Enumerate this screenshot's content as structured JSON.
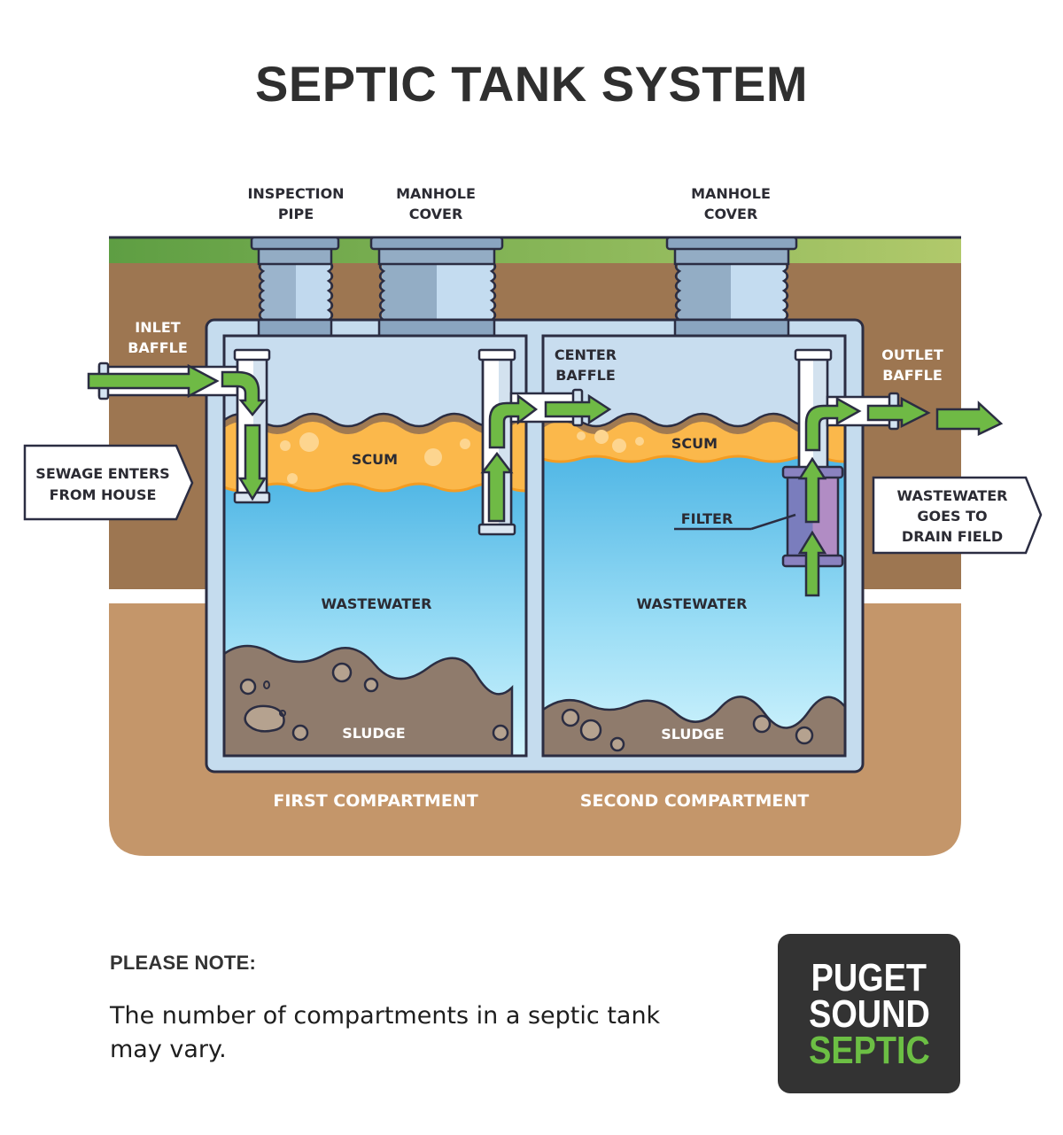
{
  "title": "SEPTIC TANK SYSTEM",
  "labels": {
    "inspection_pipe": [
      "INSPECTION",
      "PIPE"
    ],
    "manhole_cover_1": [
      "MANHOLE",
      "COVER"
    ],
    "manhole_cover_2": [
      "MANHOLE",
      "COVER"
    ],
    "inlet_baffle": [
      "INLET",
      "BAFFLE"
    ],
    "center_baffle": [
      "CENTER",
      "BAFFLE"
    ],
    "outlet_baffle": [
      "OUTLET",
      "BAFFLE"
    ],
    "sewage_enters": [
      "SEWAGE ENTERS",
      "FROM HOUSE"
    ],
    "wastewater_exits": [
      "WASTEWATER",
      "GOES TO",
      "DRAIN FIELD"
    ],
    "scum_1": "SCUM",
    "scum_2": "SCUM",
    "wastewater_1": "WASTEWATER",
    "wastewater_2": "WASTEWATER",
    "sludge_1": "SLUDGE",
    "sludge_2": "SLUDGE",
    "filter": "FILTER",
    "first_compartment": "FIRST COMPARTMENT",
    "second_compartment": "SECOND COMPARTMENT"
  },
  "note": {
    "heading": "PLEASE NOTE:",
    "body": "The number of compartments in a septic tank may vary."
  },
  "logo": {
    "line1": "PUGET",
    "line2": "SOUND",
    "line3": "SEPTIC"
  },
  "colors": {
    "grass": "#7fb253",
    "soil_dark": "#9b7550",
    "soil_light": "#c4966a",
    "tank_wall": "#c5dcee",
    "outline": "#2b2d42",
    "scum": "#fbb84b",
    "water_top": "#5bbde6",
    "water_bottom": "#c8f0fd",
    "sludge": "#8f7a6a",
    "arrow": "#6fba45",
    "filter": "#8a7fc0",
    "logo_bg": "#333333",
    "logo_green": "#6cbf44"
  }
}
